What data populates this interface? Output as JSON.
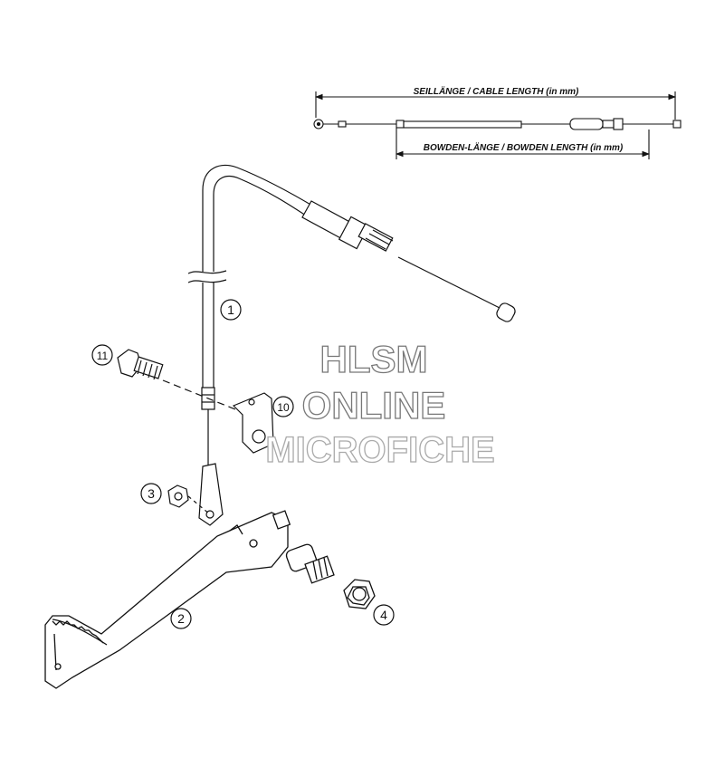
{
  "diagram": {
    "dimension_labels": {
      "cable_length": "SEILLÄNGE / CABLE LENGTH  (in mm)",
      "bowden_length": "BOWDEN-LÄNGE / BOWDEN LENGTH  (in mm)"
    },
    "callouts": {
      "part_1": "1",
      "part_2": "2",
      "part_3": "3",
      "part_4": "4",
      "part_10": "10",
      "part_11": "11"
    },
    "watermark": {
      "line1": "HLSM",
      "line2": "ONLINE",
      "line3": "MICROFICHE"
    }
  }
}
